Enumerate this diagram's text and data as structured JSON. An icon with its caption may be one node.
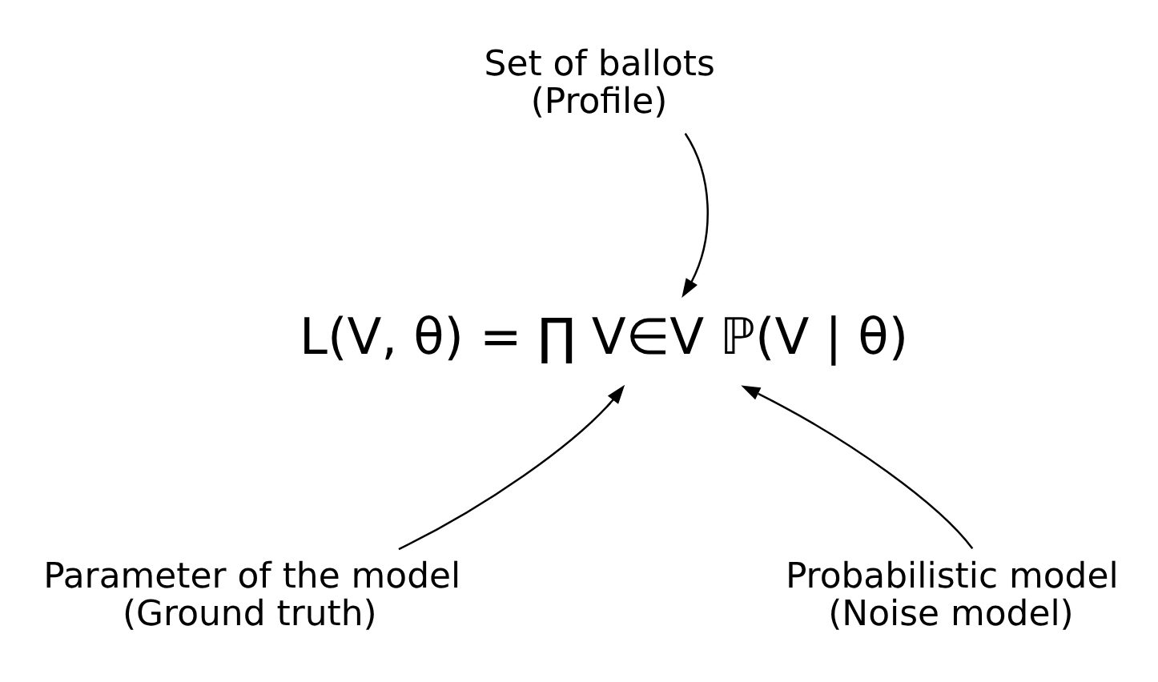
{
  "diagram": {
    "nodes": [
      {
        "text": [
          "Set of ballots (Profile)"
        ]
      },
      {
        "text": [
          "L(V, θ) = ∏ V∈V ℙ(V | θ)"
        ]
      },
      {
        "text": [
          "Parameter of the model (Ground truth)"
        ]
      },
      {
        "text": [
          "Probabilistic model (Noise model)"
        ]
      }
    ],
    "edges": [
      {
        "from": 0,
        "to": 1,
        "arrow": "to"
      },
      {
        "from": 2,
        "to": 1,
        "arrow": "to"
      },
      {
        "from": 3,
        "to": 1,
        "arrow": "to"
      }
    ]
  }
}
